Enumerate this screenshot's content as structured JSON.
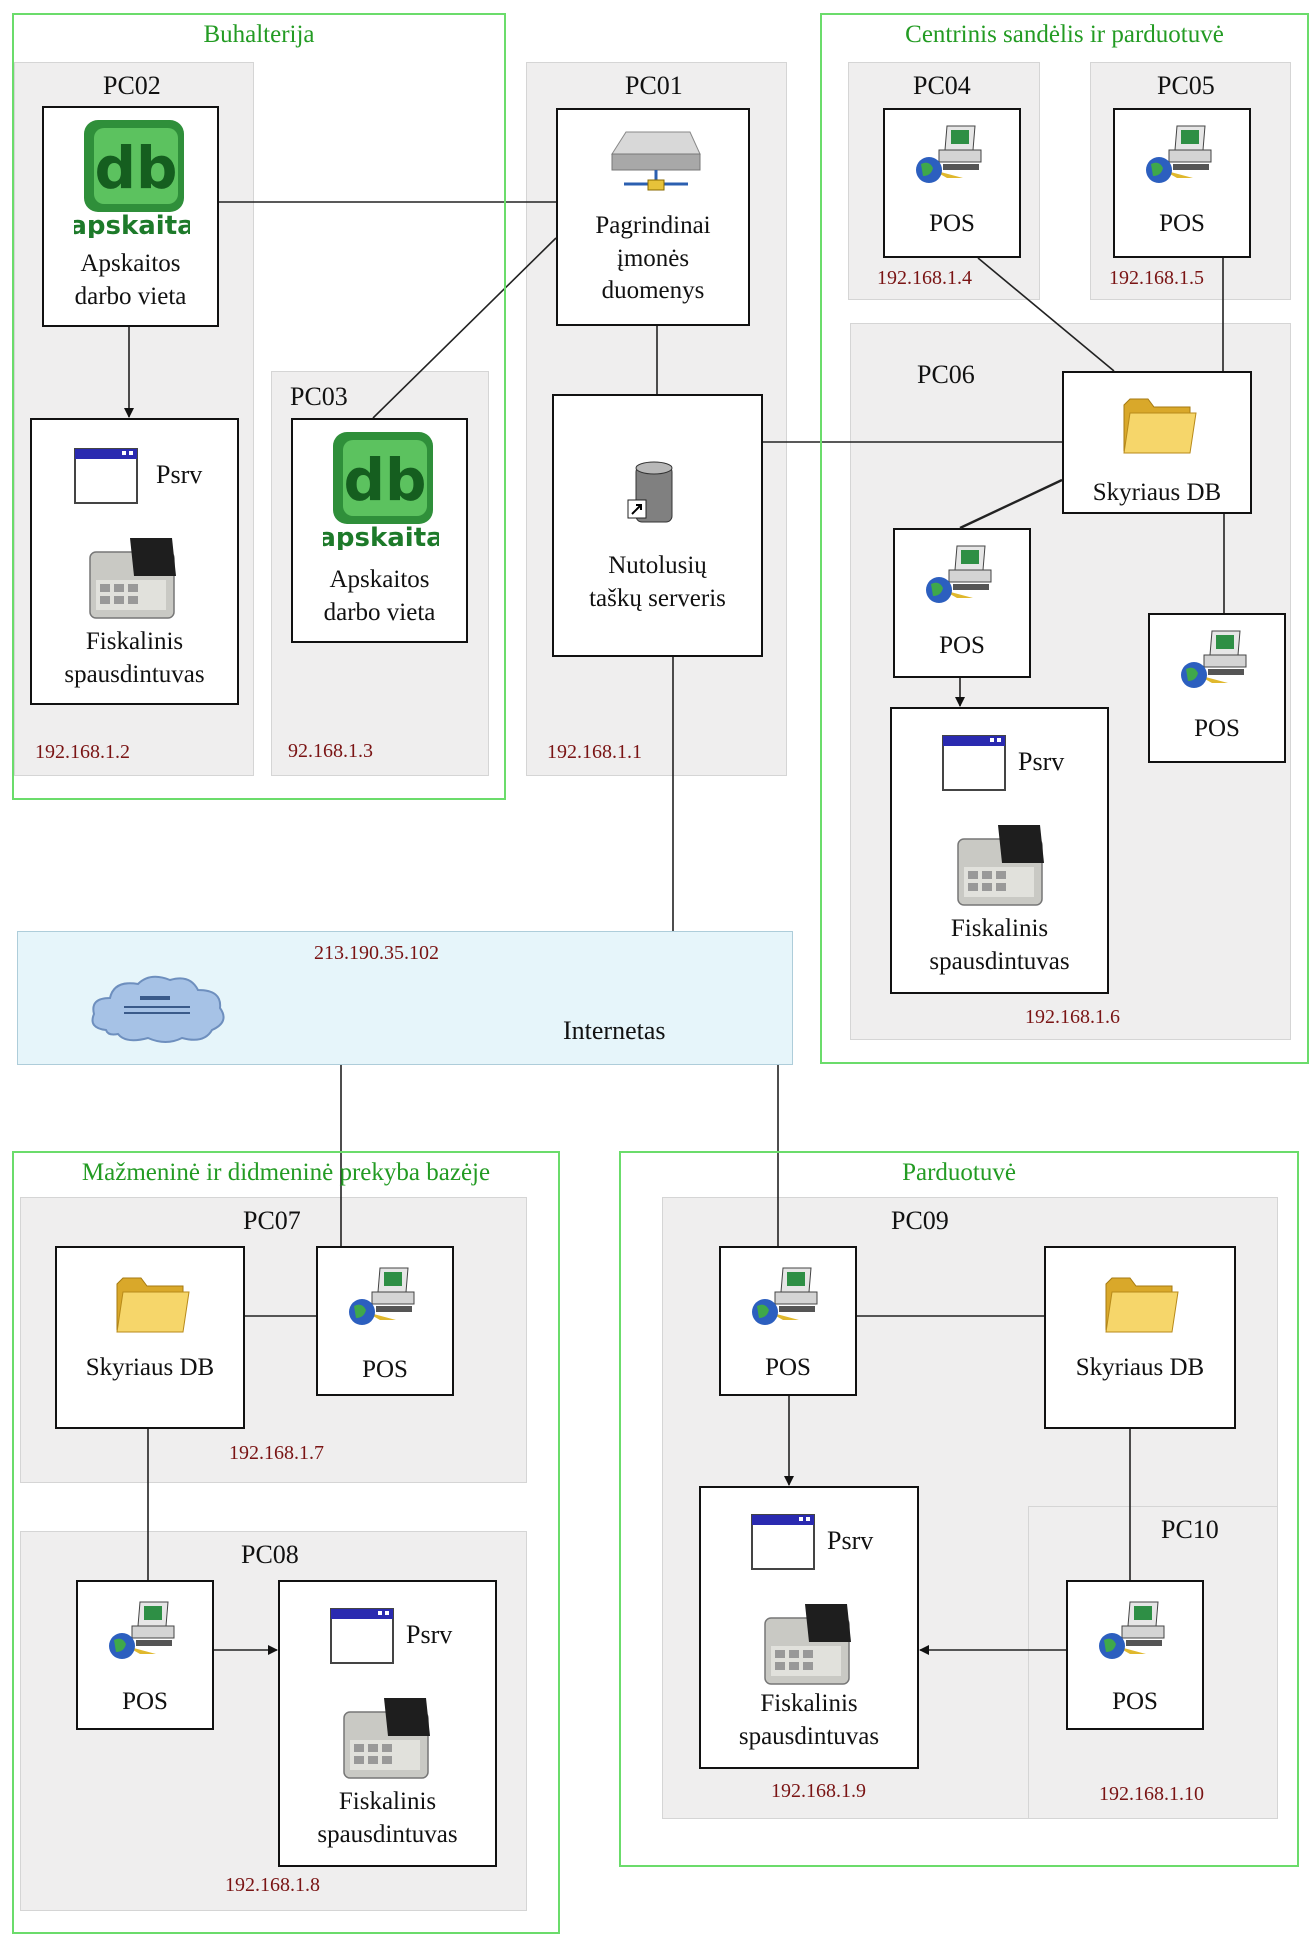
{
  "zones": {
    "buhalterija": "Buhalterija",
    "centrinis": "Centrinis sandėlis ir parduotuvė",
    "mazmenine": "Mažmeninė ir didmeninė prekyba bazėje",
    "parduotuve": "Parduotuvė"
  },
  "pcs": {
    "pc01": {
      "label": "PC01",
      "ip": "192.168.1.1"
    },
    "pc02": {
      "label": "PC02",
      "ip": "192.168.1.2"
    },
    "pc03": {
      "label": "PC03",
      "ip": "92.168.1.3"
    },
    "pc04": {
      "label": "PC04",
      "ip": "192.168.1.4"
    },
    "pc05": {
      "label": "PC05",
      "ip": "192.168.1.5"
    },
    "pc06": {
      "label": "PC06",
      "ip": "192.168.1.6"
    },
    "pc07": {
      "label": "PC07",
      "ip": "192.168.1.7"
    },
    "pc08": {
      "label": "PC08",
      "ip": "192.168.1.8"
    },
    "pc09": {
      "label": "PC09",
      "ip": "192.168.1.9"
    },
    "pc10": {
      "label": "PC10",
      "ip": "192.168.1.10"
    }
  },
  "nodes": {
    "apskaita": "Apskaitos\ndarbo vieta",
    "apskaita_logo": "apskaita",
    "server_main": "Pagrindinai\nįmonės\nduomenys",
    "remote_server": "Nutolusių\ntaškų serveris",
    "pos": "POS",
    "psrv": "Psrv",
    "fiscal": "Fiskalinis\nspausdintuvas",
    "skyriaus_db": "Skyriaus DB"
  },
  "internet": {
    "ip": "213.190.35.102",
    "label": "Internetas"
  },
  "icons": {
    "db_logo": "db-logo-icon",
    "server": "server-icon",
    "remote_server": "remote-server-icon",
    "pos": "pos-terminal-icon",
    "window": "window-icon",
    "fiscal": "cash-register-icon",
    "folder": "folder-icon",
    "cloud": "cloud-icon"
  },
  "colors": {
    "zone_border": "#6bdc6b",
    "zone_title": "#239b23",
    "ip_text": "#7a1414",
    "pc_bg": "#efeeee",
    "internet_bg": "#e6f5fa"
  }
}
